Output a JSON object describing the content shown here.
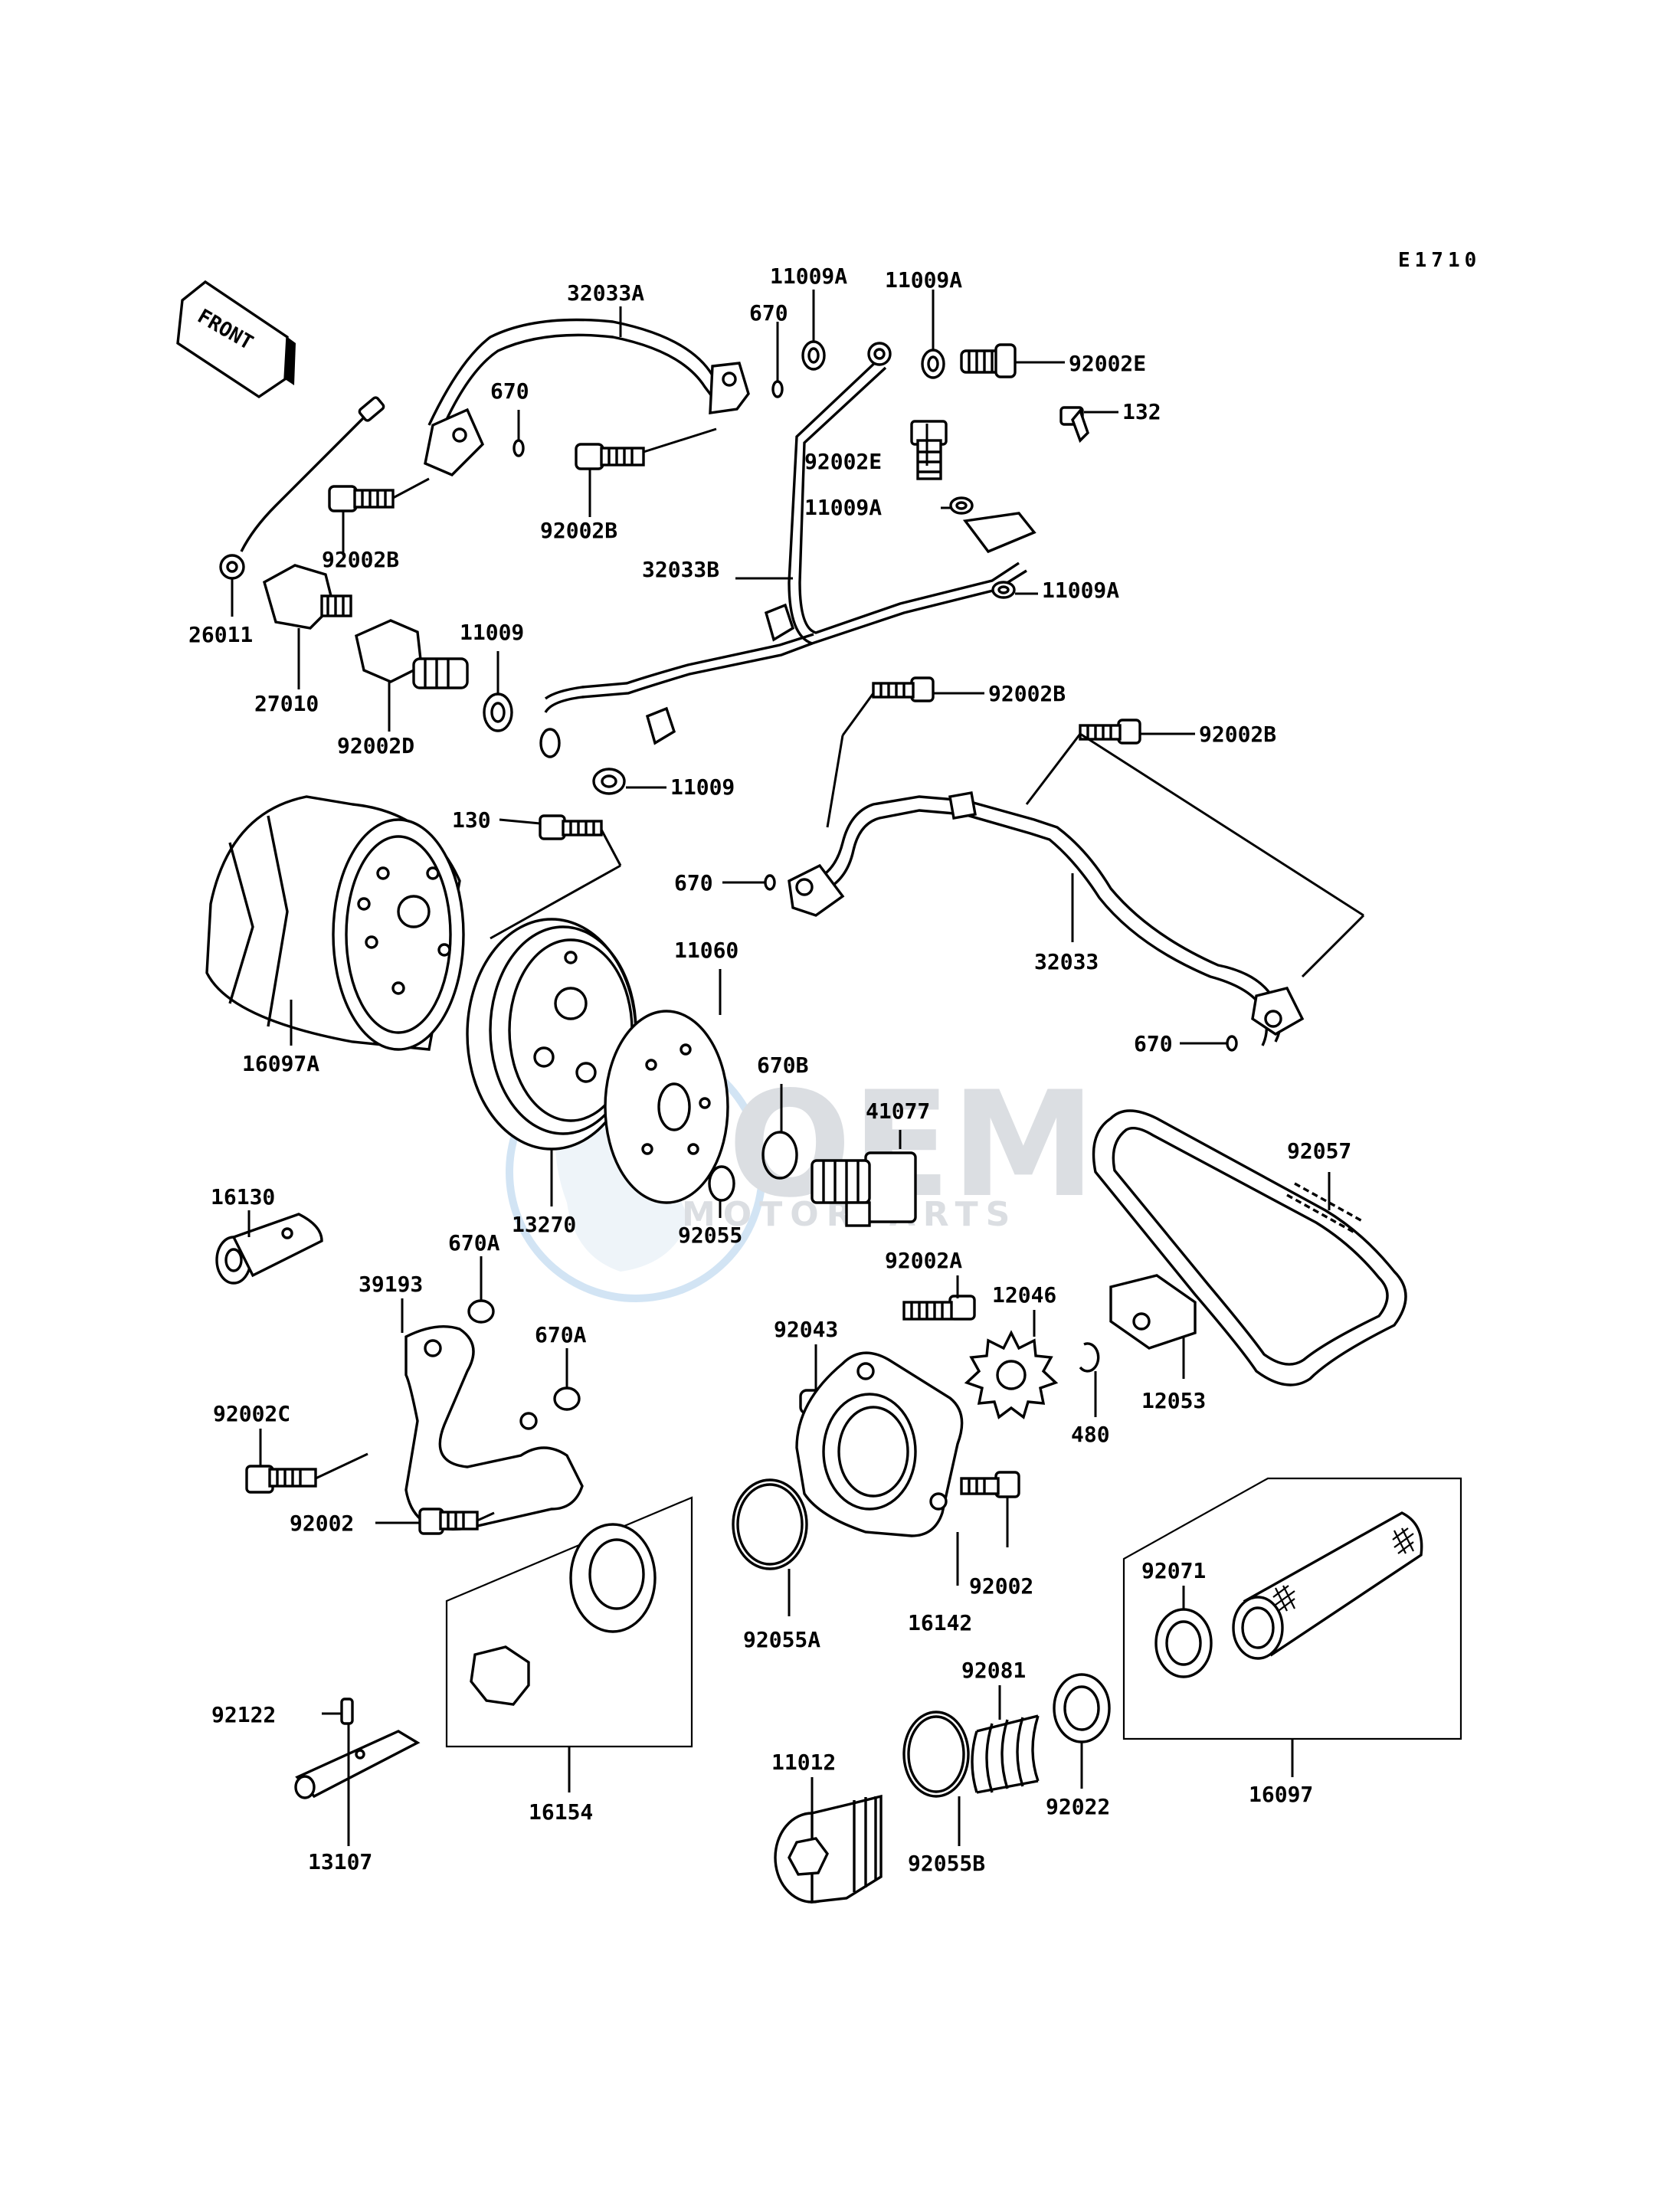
{
  "diagram_code": "E1710",
  "front_label": "FRONT",
  "watermark": {
    "brand": "OEM",
    "tagline": "MOTORPARTS"
  },
  "labels": {
    "p32033A": "32033A",
    "p11009A_1": "11009A",
    "p11009A_2": "11009A",
    "p670_1": "670",
    "p670_2": "670",
    "p92002E_1": "92002E",
    "p132": "132",
    "p92002E_2": "92002E",
    "p11009A_3": "11009A",
    "p92002B_1": "92002B",
    "p92002B_2": "92002B",
    "p32033B": "32033B",
    "p11009A_4": "11009A",
    "p26011": "26011",
    "p27010": "27010",
    "p11009_1": "11009",
    "p92002D": "92002D",
    "p11009_2": "11009",
    "p92002B_3": "92002B",
    "p92002B_4": "92002B",
    "p130": "130",
    "p670_3": "670",
    "p11060": "11060",
    "p32033": "32033",
    "p16097A": "16097A",
    "p670B": "670B",
    "p670_4": "670",
    "p41077": "41077",
    "p13270": "13270",
    "p92057": "92057",
    "p16130": "16130",
    "p92055": "92055",
    "p670A_1": "670A",
    "p39193": "39193",
    "p92002A": "92002A",
    "p670A_2": "670A",
    "p12046": "12046",
    "p92043": "92043",
    "p92002C": "92002C",
    "p12053": "12053",
    "p480": "480",
    "p92002_1": "92002",
    "p92002_2": "92002",
    "p16142": "16142",
    "p92071": "92071",
    "p92055A": "92055A",
    "p92122": "92122",
    "p92081": "92081",
    "p11012": "11012",
    "p92022": "92022",
    "p16097": "16097",
    "p16154": "16154",
    "p92055B": "92055B",
    "p13107": "13107"
  }
}
